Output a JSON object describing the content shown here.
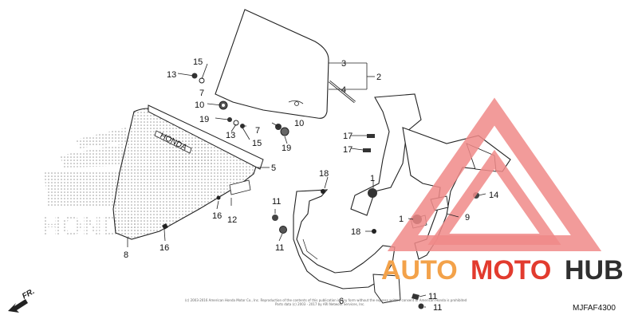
{
  "diagram": {
    "part_labels": [
      "1",
      "1",
      "2",
      "3",
      "4",
      "5",
      "6",
      "7",
      "7",
      "8",
      "9",
      "10",
      "10",
      "11",
      "11",
      "11",
      "11",
      "12",
      "13",
      "13",
      "14",
      "15",
      "15",
      "16",
      "16",
      "17",
      "17",
      "18",
      "18",
      "19",
      "19"
    ],
    "drawing_code": "MJFAF4300",
    "direction_label": "FR.",
    "copyright_line_1": "(c) 2003-2016 American Honda Motor Co., Inc. Reproduction of the contents of this publication in any form without the express written consent of American Honda is prohibited",
    "copyright_line_2": "Parts data (c) 2003 - 2017 by ARI Network Services, Inc.",
    "honda_wordmark": "HONDA",
    "decal_text": "HONDA"
  },
  "watermark": {
    "brand_part_1": "AUTO",
    "brand_part_2": "MOTO",
    "brand_part_3": "HUB",
    "colors": {
      "orange": "#f3a24a",
      "red": "#e23b2e",
      "dark": "#2f2f2f",
      "triangle": "#f08a88"
    }
  }
}
